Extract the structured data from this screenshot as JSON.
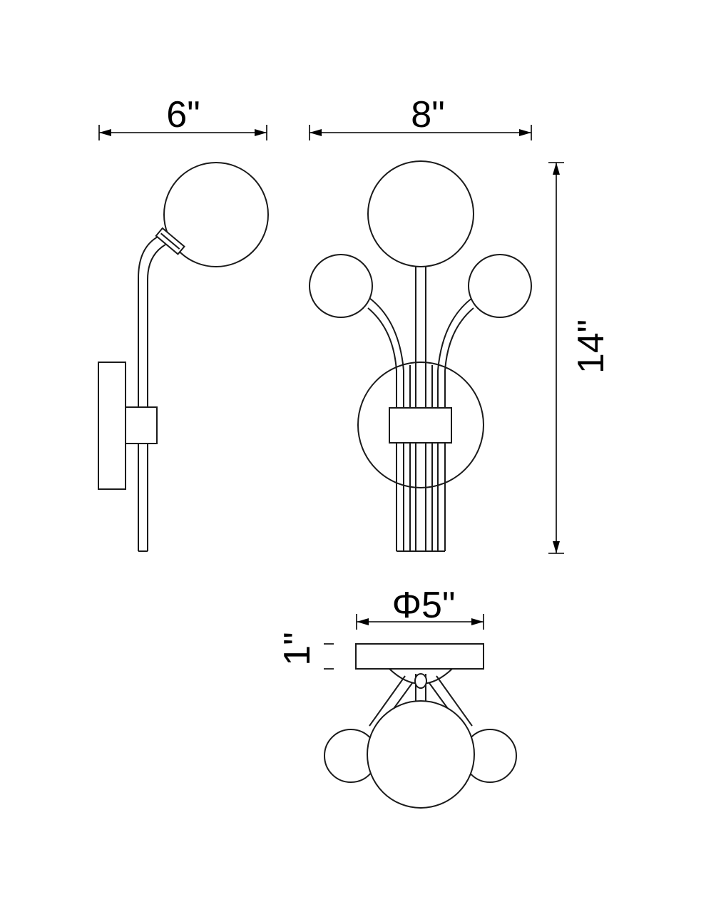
{
  "dimensions": {
    "depth": "6\"",
    "width": "8\"",
    "height": "14\"",
    "backplate_diameter": "Φ5\"",
    "backplate_depth": "1\""
  },
  "colors": {
    "line": "#1a1a1a",
    "background": "#ffffff"
  }
}
